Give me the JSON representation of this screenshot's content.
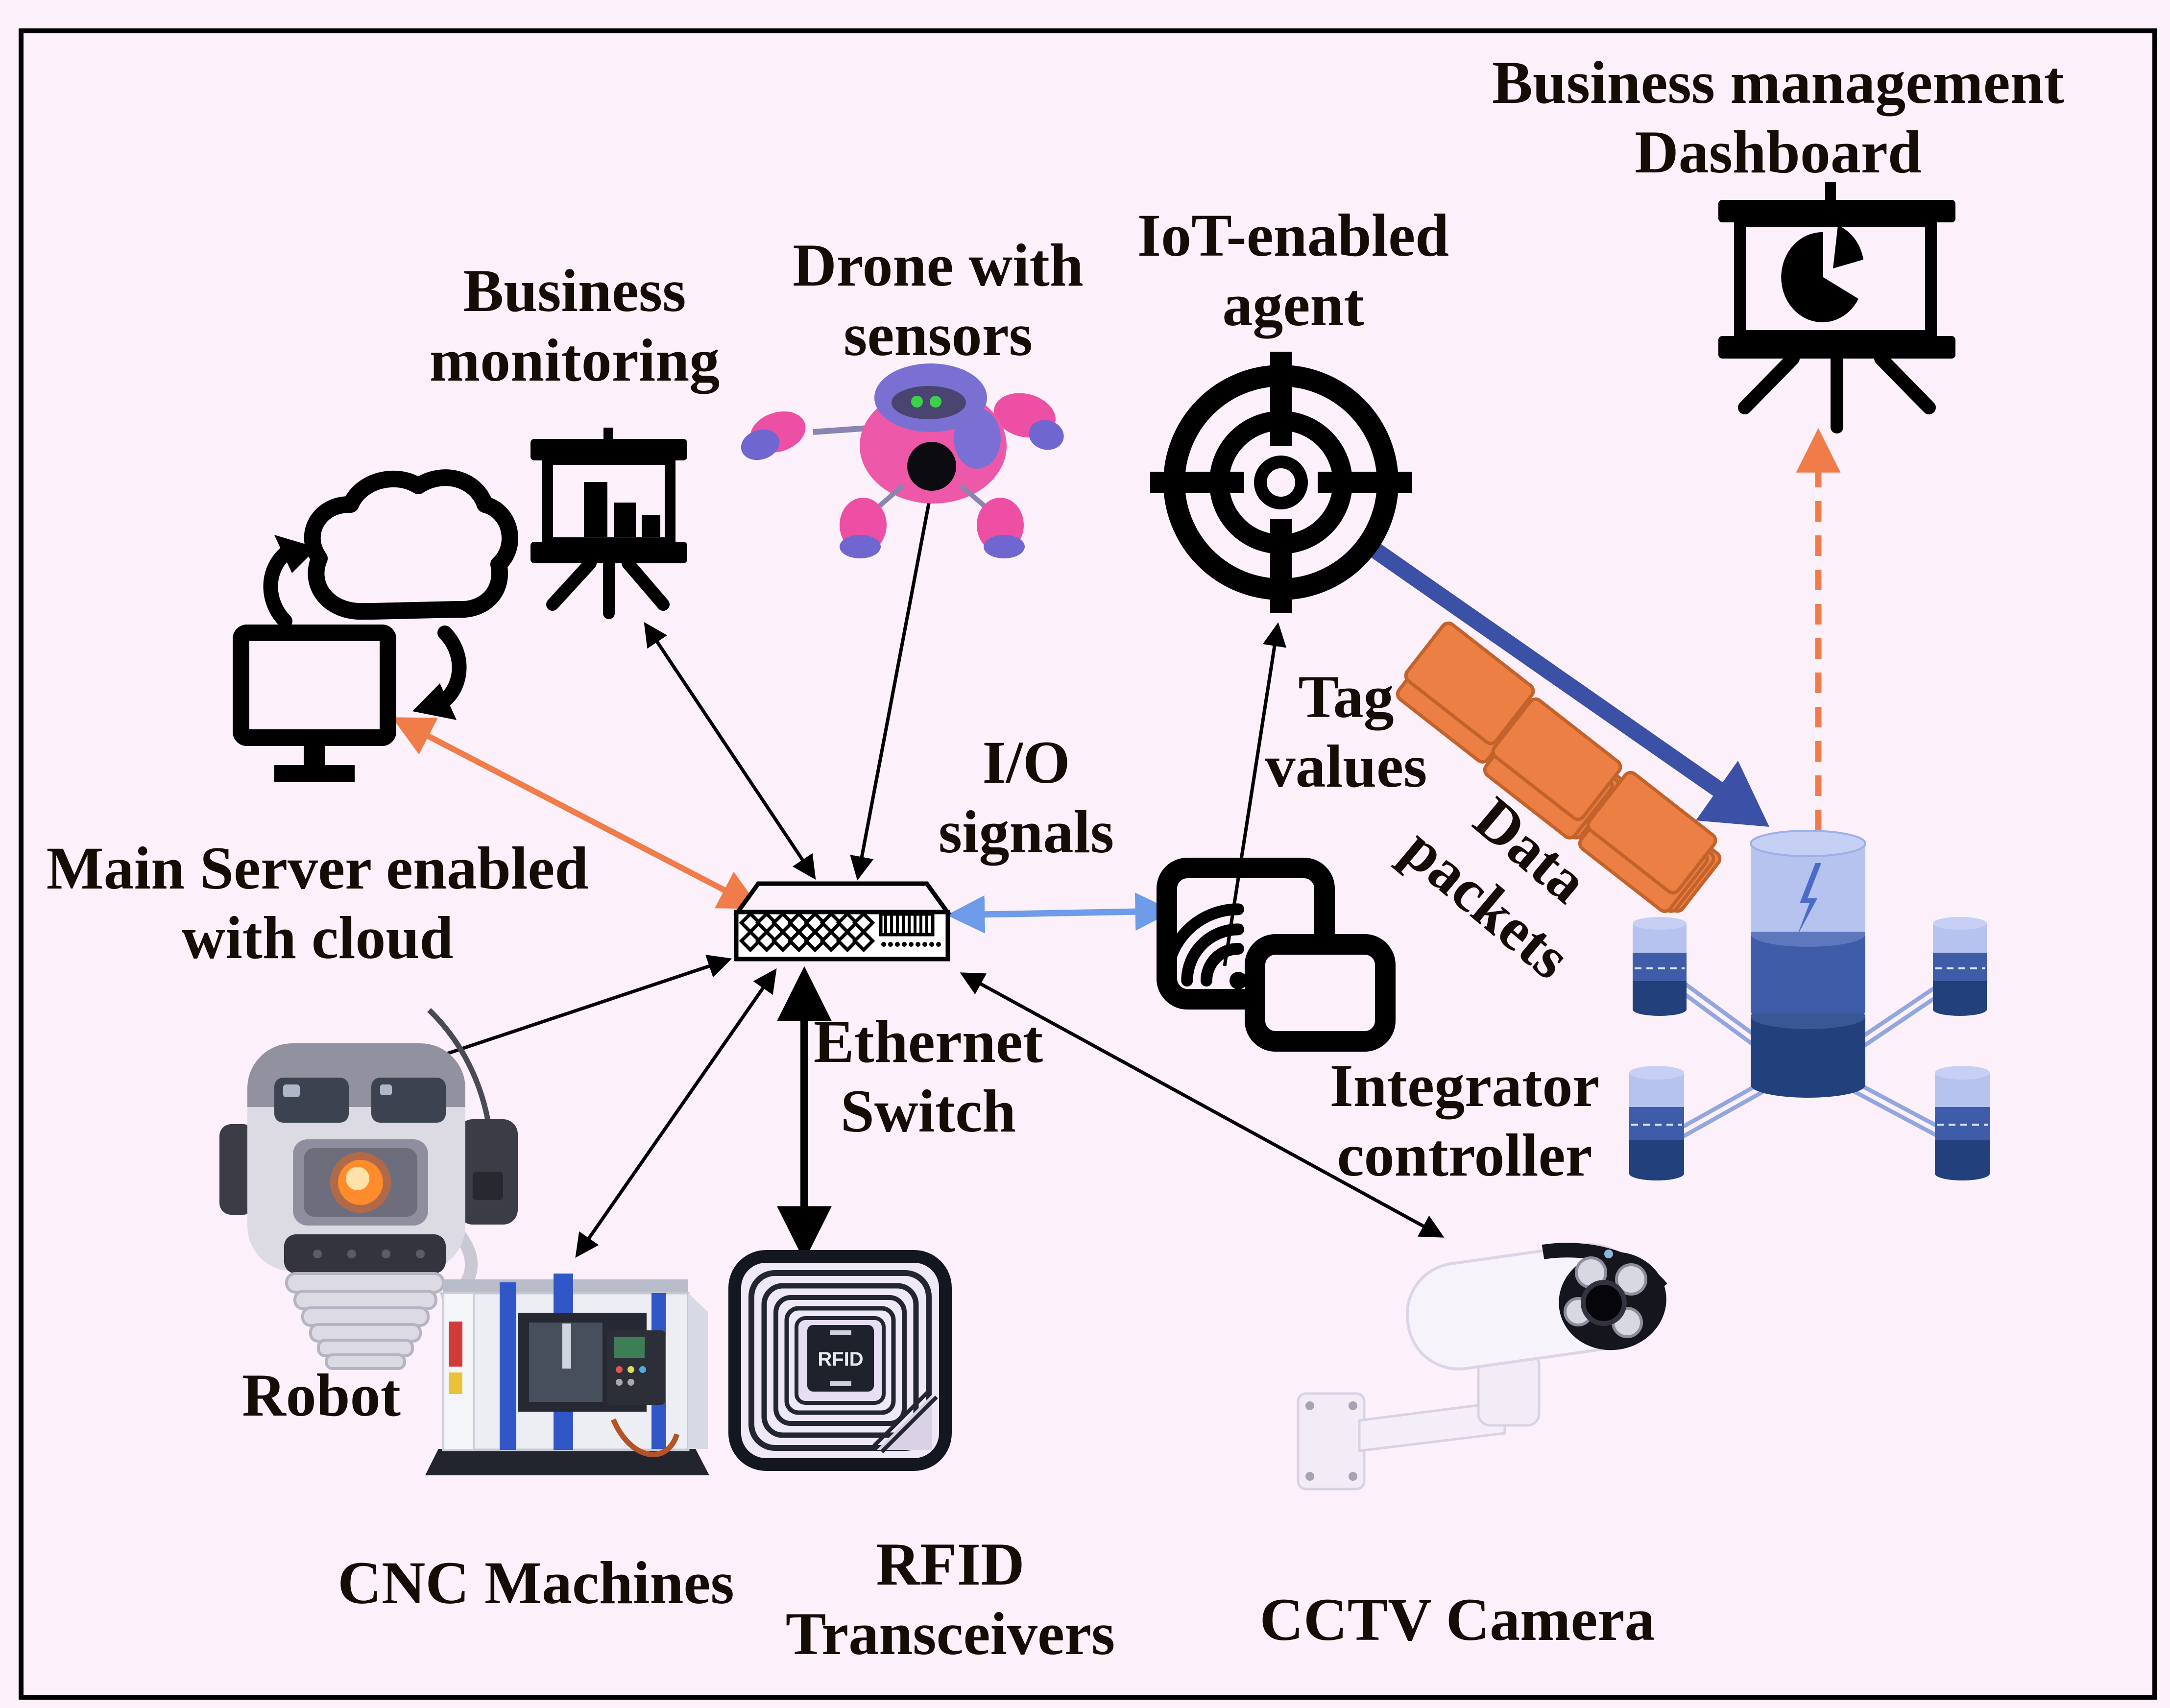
{
  "labels": {
    "business_monitoring": {
      "line1": "Business",
      "line2": "monitoring"
    },
    "drone": {
      "line1": "Drone with",
      "line2": "sensors"
    },
    "iot_agent": {
      "line1": "IoT-enabled",
      "line2": "agent"
    },
    "dashboard": {
      "line1": "Business management",
      "line2": "Dashboard"
    },
    "tag_values": {
      "line1": "Tag",
      "line2": "values"
    },
    "data_packets": {
      "line1": "Data",
      "line2": "packets"
    },
    "io_signals": {
      "line1": "I/O",
      "line2": "signals"
    },
    "ethernet_switch": {
      "line1": "Ethernet",
      "line2": "Switch"
    },
    "integrator": {
      "line1": "Integrator",
      "line2": "controller"
    },
    "main_server": {
      "line1": "Main Server enabled",
      "line2": "with cloud"
    },
    "robot": "Robot",
    "cnc": "CNC Machines",
    "rfid": {
      "line1": "RFID",
      "line2": "Transceivers"
    },
    "cctv": "CCTV Camera",
    "rfid_chip": "RFID"
  },
  "colors": {
    "background": "#fcf0fa",
    "ink": "#140d05",
    "orange": "#ef7c49",
    "blue_thick": "#3a51a5",
    "blue_light": "#6e9bea",
    "packet_fill": "#ec8044",
    "packet_edge": "#c4622c",
    "db_light": "#b6c3ee",
    "db_mid": "#3f5ca8",
    "db_dark": "#22407c",
    "db_link": "#93a7de"
  },
  "icons": [
    "cloud-sync-icon",
    "monitor-icon",
    "presentation-barchart-icon",
    "drone-image",
    "target-icon",
    "easel-piechart-icon",
    "data-packets-icon",
    "integrator-wifi-icon",
    "ethernet-switch-icon",
    "rfid-transceiver-icon",
    "robot-image",
    "cnc-machine-image",
    "cctv-camera-image",
    "database-cluster-icon"
  ]
}
